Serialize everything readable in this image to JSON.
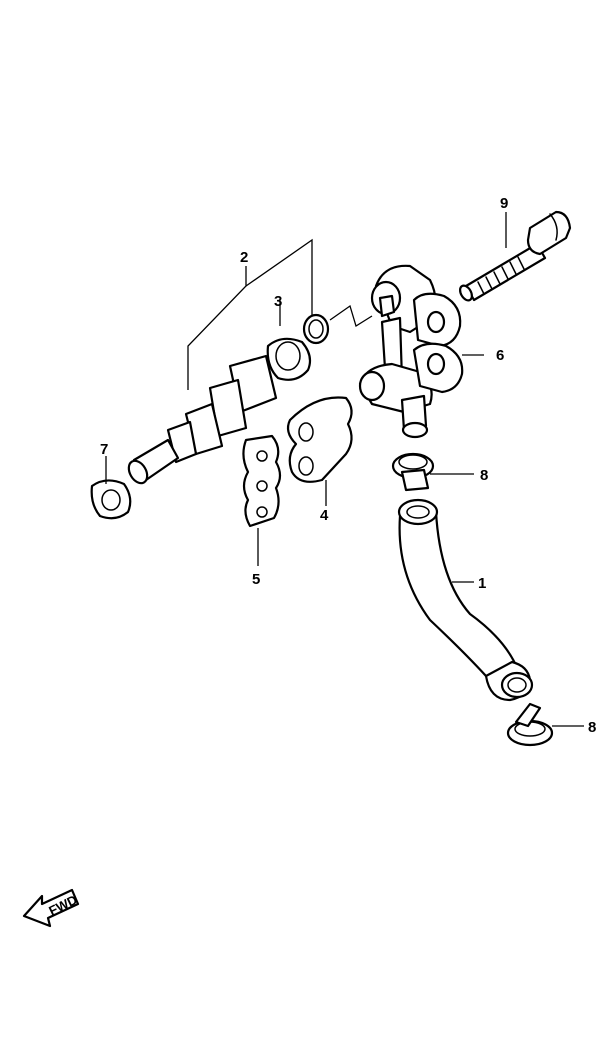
{
  "callouts": {
    "hose": "1",
    "sensor_assy": "2",
    "o_ring": "3",
    "gasket_4": "4",
    "gasket_5": "5",
    "bracket": "6",
    "seal": "7",
    "clip_upper": "8",
    "clip_lower": "8",
    "bolt": "9"
  },
  "fwd_label": "FWD",
  "icons": {
    "fwd_arrow": "fwd-arrow-icon"
  }
}
